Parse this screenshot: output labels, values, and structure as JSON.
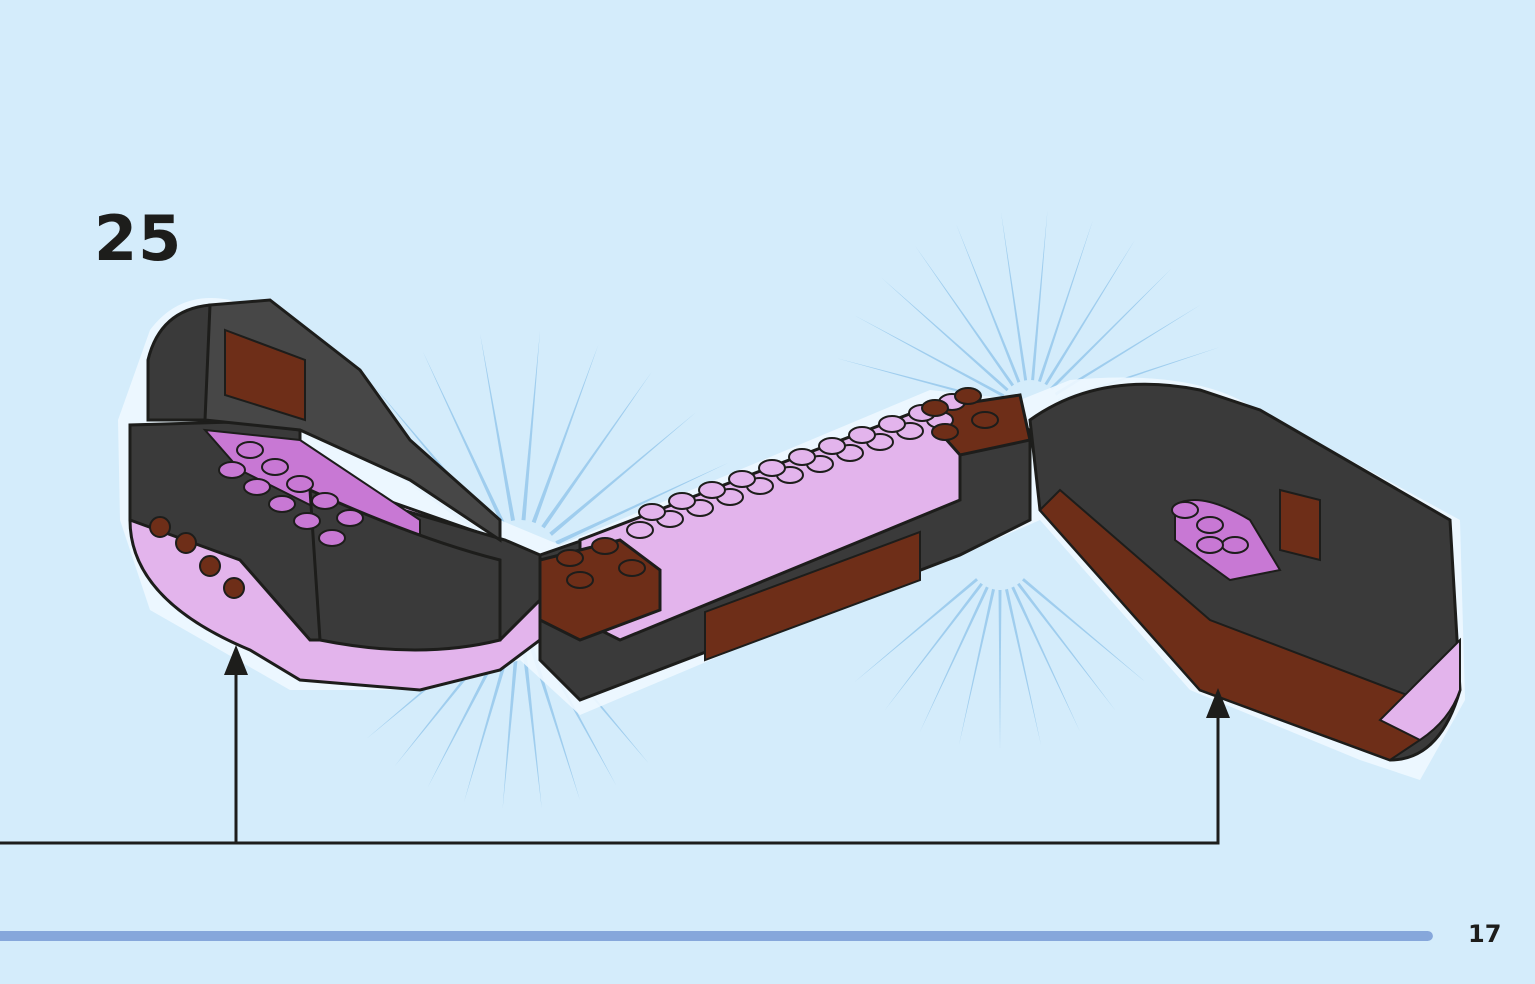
{
  "step": {
    "number": "25"
  },
  "page": {
    "number": "17"
  },
  "progress": {
    "fraction": 1.0
  },
  "colors": {
    "background": "#d4ecfb",
    "progress_bar": "#86a7db",
    "brick_dark": "#3a3a3a",
    "brick_brown": "#6e2e18",
    "brick_lavender": "#e3b4ec",
    "brick_magenta": "#c878d4",
    "burst": "#8ec3ea",
    "outline": "#1d1d1b"
  },
  "icons": [
    "arrow-up-icon",
    "arrow-up-icon"
  ]
}
